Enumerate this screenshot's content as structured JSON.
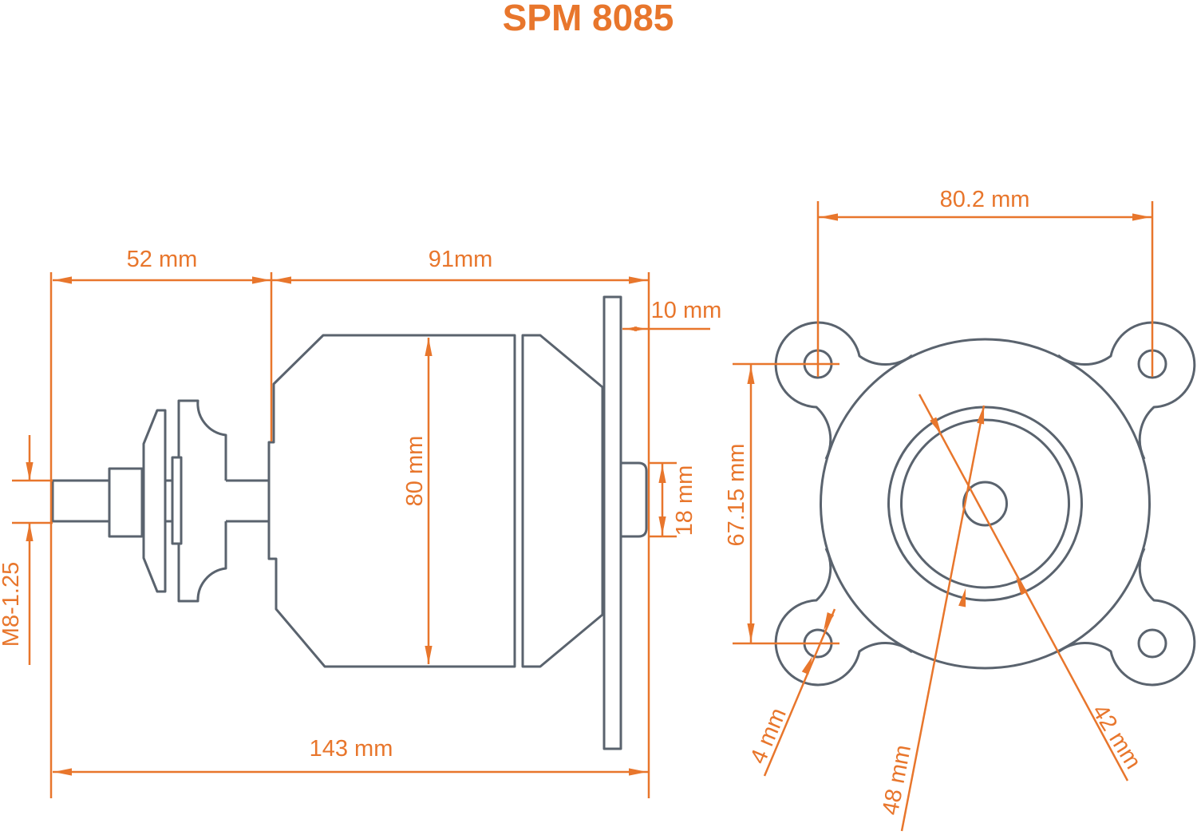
{
  "title": "SPM 8085",
  "colors": {
    "accent": "#E8762C",
    "line": "#5A636E",
    "background": "#FFFFFF"
  },
  "side_view": {
    "label": "motor-side-view",
    "dimensions": {
      "shaft_length": "52 mm",
      "body_length": "91mm",
      "plate_to_shaft_end": "10 mm",
      "body_diameter": "80 mm",
      "rear_boss_diameter": "18 mm",
      "shaft_thread": "M8-1.25",
      "overall_length": "143 mm"
    }
  },
  "front_view": {
    "label": "motor-front-view",
    "dimensions": {
      "hole_spacing_horizontal": "80.2 mm",
      "hole_spacing_vertical": "67.15 mm",
      "mount_hole_diameter": "4 mm",
      "ring_outer_diameter": "48 mm",
      "ring_inner_diameter": "42 mm"
    }
  }
}
